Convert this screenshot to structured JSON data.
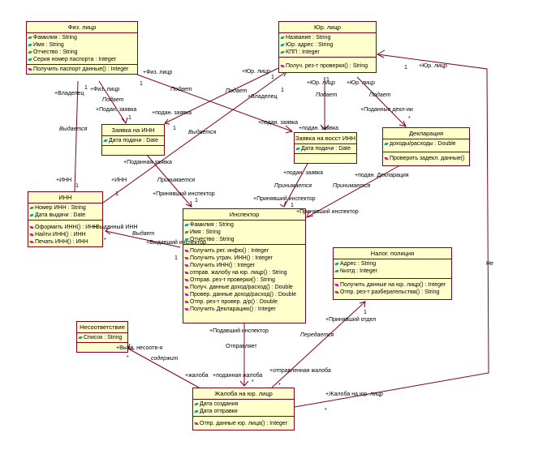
{
  "colors": {
    "line": "#800020",
    "fill": "#ffffcc",
    "attr_icon": "#1aa39a",
    "op_icon": "#d01eb0"
  },
  "classes": {
    "fiz": {
      "name": "Физ. лицр",
      "attributes": [
        "Фамилия : String",
        "Имя : String",
        "Отчество : String",
        "Серия номер паспорта : Integer"
      ],
      "operations": [
        "Получить паспорт данные() : Integer"
      ]
    },
    "yur": {
      "name": "Юр. лицр",
      "attributes": [
        "Название : String",
        "Юр. адрес : String",
        "КПП : Integer"
      ],
      "operations": [
        "Получ. рез-т проверки() : String"
      ]
    },
    "zinn": {
      "name": "Заявка на ИНН",
      "attributes": [
        "Дата подачи : Date"
      ],
      "operations": []
    },
    "zvost": {
      "name": "Заявка на восст ИНН",
      "attributes": [
        "Дата подачи : Date"
      ],
      "operations": []
    },
    "decl": {
      "name": "Декларация",
      "attributes": [
        "доходы/расходы : Double"
      ],
      "operations": [
        "Проверить задекл. данные()"
      ]
    },
    "inn": {
      "name": "ИНН",
      "attributes": [
        "Номер ИНН : String",
        "Дата выдачи : Date"
      ],
      "operations": [
        "Оформить ИНН() : ИНН",
        "Найти ИНН() : ИНН",
        "Печать ИНН() : ИНН"
      ]
    },
    "insp": {
      "name": "Инспектор",
      "attributes": [
        "Фамилия : String",
        "Имя : String",
        "Отчество : String"
      ],
      "operations": [
        "Получить рег. инфю() : Integer",
        "Получить утрач. ИНН() : Integer",
        "Получить ИНН() : Integer",
        "отправ. жалобу на юр. лицр() : String",
        "Отправ. рез-т проверки() : String",
        "Получ. данные доход/расход() : Double",
        "Провер. данные доход/расход() : Double",
        "Отпр. рез-т провер. д/р() : Double",
        "Получить Декларацию() : Integer"
      ]
    },
    "nal": {
      "name": "Налог. полиция",
      "attributes": [
        "Адрес : String",
        "№отд : Integer"
      ],
      "operations": [
        "Получить данные на юр. лицр() : Integer",
        "Отпр. рез-т разберательства() : String"
      ]
    },
    "nes": {
      "name": "Несоответствие",
      "attributes": [
        "Список : String"
      ],
      "operations": []
    },
    "zhal": {
      "name": "Жалоба на юр. лицр",
      "attributes": [
        "Дата создания",
        "Дата отправки"
      ],
      "operations": [
        "Отпр. данные юр. лица() : Integer"
      ]
    }
  },
  "labels": [
    "+Физ. лицр",
    "1",
    "Подает",
    "+подан. заявка",
    "+Физ. лицр",
    "Подает",
    "+Подан. заявка",
    "1",
    "+Владелец",
    "1",
    "Выдается",
    "+ИНН",
    "1",
    "+Юр. лицр",
    "1",
    "Подает",
    "+подан. заявка",
    "1",
    "+Владелец",
    "1",
    "Выдается",
    "+ИНН",
    "1",
    "+Юр. лицр",
    "1",
    "Подает",
    "+подан. заявка",
    "+Юр. лицр",
    "Подает",
    "+Поданные декл-ии",
    "*",
    "1",
    "+Юр. лицр",
    "+Поданная заявка",
    "Принимается",
    "+Принявший инспектор",
    "1",
    "+подан. заявка",
    "Принимается",
    "+Принявший инспектор",
    "1",
    "+подан. Декларация",
    "Принимается",
    "+Принявший инспектор",
    "+Выданный ИНН",
    "Выдает",
    "+Выдавший инспектор",
    "1",
    "*",
    "+Подавший инспектор",
    "Отправляет",
    "+поданная жалоба",
    "*",
    "+Выяв. несоотв-я",
    "содержит",
    "+жалоба",
    "*",
    "+Принявший отдел",
    "1",
    "Передается",
    "+отправленная жалоба",
    "*",
    "+Жалоба на юр. лицр",
    "*",
    "Не"
  ]
}
